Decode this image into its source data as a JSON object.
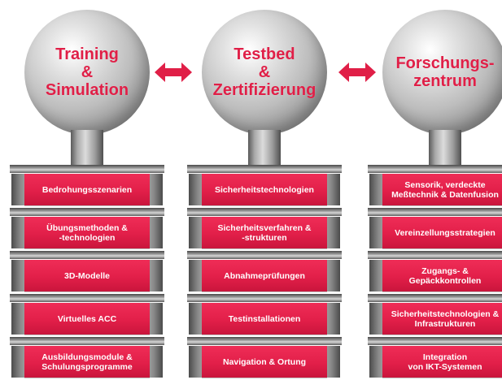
{
  "columns": [
    {
      "title_lines": [
        "Training",
        "&",
        "Simulation"
      ],
      "items": [
        [
          "Bedrohungsszenarien"
        ],
        [
          "Übungsmethoden &",
          "-technologien"
        ],
        [
          "3D-Modelle"
        ],
        [
          "Virtuelles ACC"
        ],
        [
          "Ausbildungsmodule &",
          "Schulungsprogramme"
        ]
      ]
    },
    {
      "title_lines": [
        "Testbed",
        "&",
        "Zertifizierung"
      ],
      "items": [
        [
          "Sicherheitstechnologien"
        ],
        [
          "Sicherheitsverfahren &",
          "-strukturen"
        ],
        [
          "Abnahmeprüfungen"
        ],
        [
          "Testinstallationen"
        ],
        [
          "Navigation & Ortung"
        ]
      ]
    },
    {
      "title_lines": [
        "Forschungs-",
        "zentrum"
      ],
      "items": [
        [
          "Sensorik, verdeckte",
          "Meßtechnik & Datenfusion"
        ],
        [
          "Vereinzellungsstrategien"
        ],
        [
          "Zugangs- &",
          "Gepäckkontrollen"
        ],
        [
          "Sicherheitstechnologien &",
          "Infrastrukturen"
        ],
        [
          "Integration",
          "von IKT-Systemen"
        ]
      ]
    }
  ],
  "colors": {
    "accent": "#e01f47",
    "sphere": "#b8b8b8",
    "box_text": "#ffffff"
  },
  "icons": [
    "double-headed-arrow-icon",
    "double-headed-arrow-icon"
  ]
}
